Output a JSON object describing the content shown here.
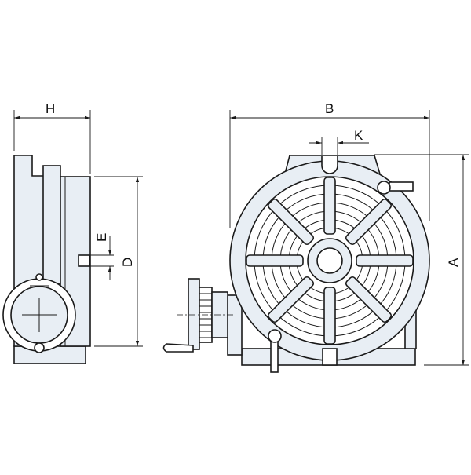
{
  "diagram": {
    "labels": {
      "h": "H",
      "b": "B",
      "k": "K",
      "e": "E",
      "d": "D",
      "a": "A"
    },
    "colors": {
      "part_fill": "#e8eef4",
      "line": "#1a1a1a",
      "background": "#ffffff"
    }
  }
}
